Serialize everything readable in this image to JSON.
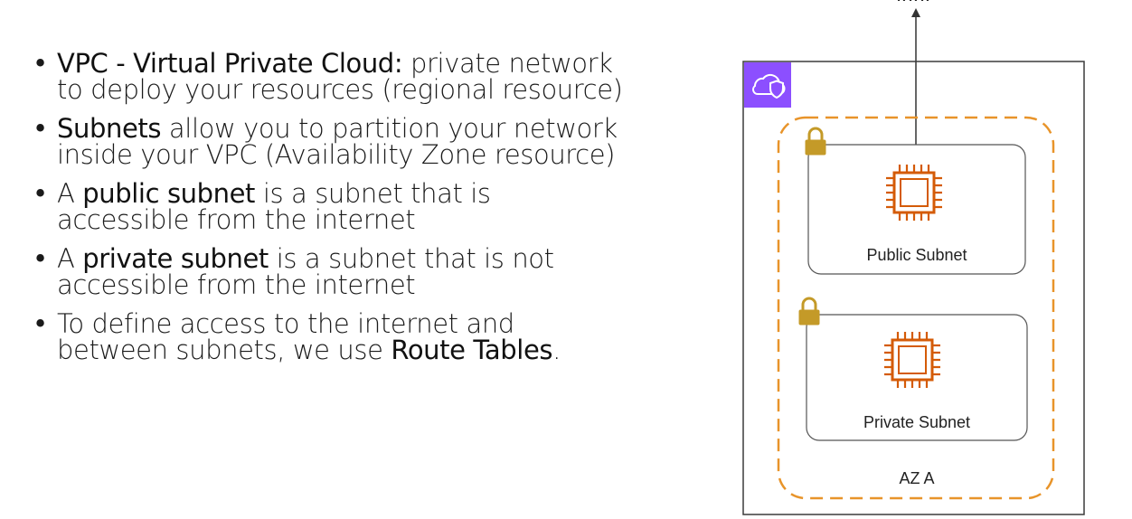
{
  "bullets": [
    {
      "emphasis": "VPC - Virtual Private Cloud:",
      "text": " private network to deploy your resources (regional resource)"
    },
    {
      "emphasis": "Subnets",
      "text": " allow you to partition your network inside your VPC (Availability Zone resource)"
    },
    {
      "prefix": "A ",
      "emphasis": "public subnet",
      "text": " is a subnet that is accessible from the internet"
    },
    {
      "prefix": "A ",
      "emphasis": "private subnet",
      "text": " is a subnet that is not accessible from the internet"
    },
    {
      "text": "To define access to the internet and between subnets, we use ",
      "emphasis": "Route Tables",
      "suffix": "."
    }
  ],
  "diagram": {
    "internet_label": "www",
    "public_subnet_label": "Public Subnet",
    "private_subnet_label": "Private Subnet",
    "az_label": "AZ A",
    "colors": {
      "az_border": "#e8942a",
      "vpc_icon_bg": "#8c4fff",
      "chip": "#d45b07",
      "lock": "#c49a28",
      "vpc_border": "#3b3b3b",
      "subnet_border": "#555555"
    },
    "icons": {
      "vpc": "vpc-cloud-shield-icon",
      "instance": "ec2-instance-chip-icon",
      "lock": "padlock-icon"
    }
  }
}
